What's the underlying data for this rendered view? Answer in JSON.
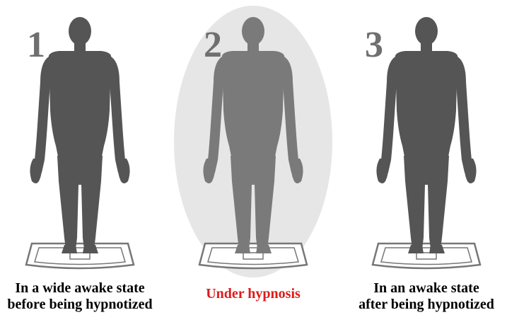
{
  "colors": {
    "silhouette_awake": "#555555",
    "silhouette_hypnosis": "#7a7a7a",
    "number": "#6f6f6f",
    "highlight_ellipse": "#e6e6e6",
    "hypnosis_caption": "#e01a1a",
    "scale_stroke": "#777777",
    "scale_fill": "#ffffff"
  },
  "panels": [
    {
      "number": "1",
      "caption_lines": [
        "In a wide awake state",
        "before being hypnotized"
      ],
      "icon": "person-on-scale-icon"
    },
    {
      "number": "2",
      "caption_lines": [
        "Under hypnosis"
      ],
      "icon": "person-on-scale-icon",
      "highlighted": true
    },
    {
      "number": "3",
      "caption_lines": [
        "In an awake state",
        "after being hypnotized"
      ],
      "icon": "person-on-scale-icon"
    }
  ]
}
